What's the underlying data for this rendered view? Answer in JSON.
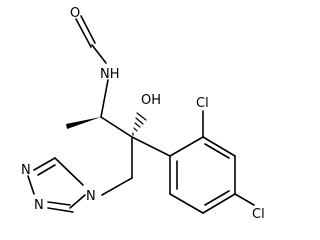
{
  "atoms": {
    "oxygen_carbonyl": "O",
    "nh": "NH",
    "oh": "OH",
    "cl_ortho": "Cl",
    "cl_para": "Cl",
    "triazole_n1": "N",
    "triazole_n2": "N",
    "triazole_n4": "N"
  },
  "colors": {
    "bond": "#000000",
    "label": "#000000",
    "background": "#ffffff"
  }
}
